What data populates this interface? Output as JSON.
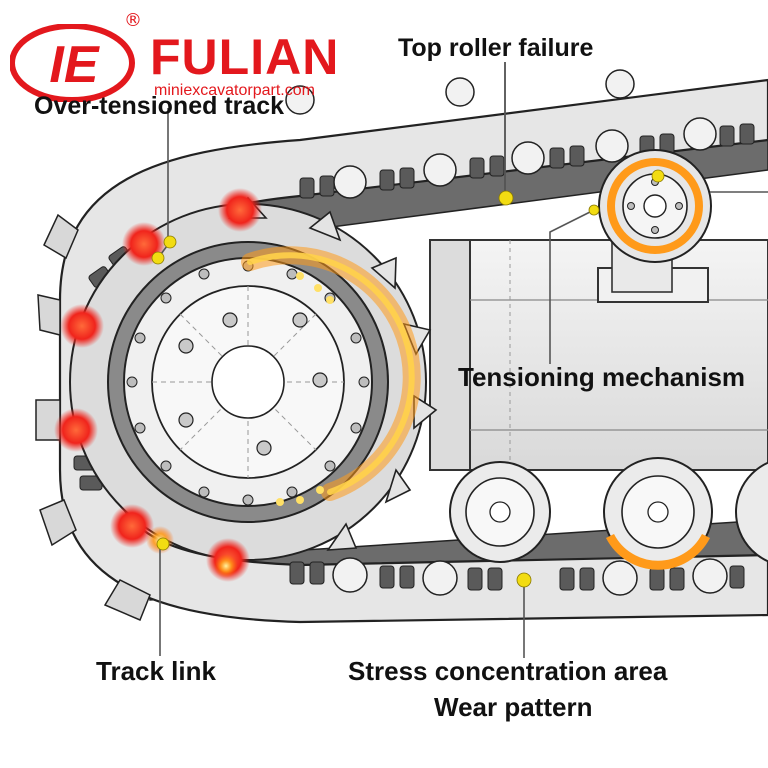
{
  "brand": {
    "name": "FULIAN",
    "url": "miniexcavatorpart.com",
    "registered_mark": "®",
    "logo_letters": "IE",
    "color": "#e3181d"
  },
  "labels": {
    "top_roller_failure": "Top roller failure",
    "over_tensioned_track": "Over-tensioned track",
    "tensioning_mechanism": "Tensioning mechanism",
    "track_link": "Track link",
    "stress_concentration_area": "Stress concentration area",
    "wear_pattern": "Wear pattern"
  },
  "colors": {
    "hot_red": "#f0241c",
    "glow_orange": "#ff9a1a",
    "marker_yellow": "#f2dc12",
    "line_gray": "#555555",
    "metal_light": "#e9e9e9",
    "metal_mid": "#c7c7c7"
  }
}
